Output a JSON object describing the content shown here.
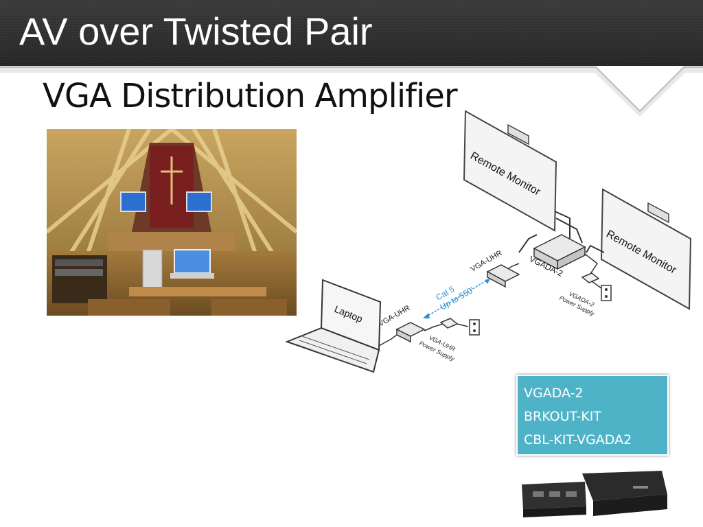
{
  "slide": {
    "title": "AV over Twisted Pair",
    "subtitle": "VGA Distribution Amplifier"
  },
  "diagram": {
    "remote_monitor_1": "Remote Monitor",
    "remote_monitor_2": "Remote Monitor",
    "laptop": "Laptop",
    "vga_uhr_left": "VGA-UHR",
    "vga_uhr_right": "VGA-UHR",
    "vgada2": "VGADA-2",
    "vga_uhr_power_line1": "VGA-UHR",
    "vga_uhr_power_line2": "Power Supply",
    "vgada2_power_line1": "VGADA-2",
    "vgada2_power_line2": "Power Supply",
    "cat5_line1": "Cat 5",
    "cat5_line2": "Up to 550'"
  },
  "parts": [
    {
      "label": "VGADA-2"
    },
    {
      "label": "BRKOUT-KIT"
    },
    {
      "label": "CBL-KIT-VGADA2"
    }
  ],
  "colors": {
    "header_bg": "#2e2e2e",
    "title_text": "#ffffff",
    "part_box_bg": "#4fb3c8",
    "cable_accent": "#2a8fd6"
  }
}
